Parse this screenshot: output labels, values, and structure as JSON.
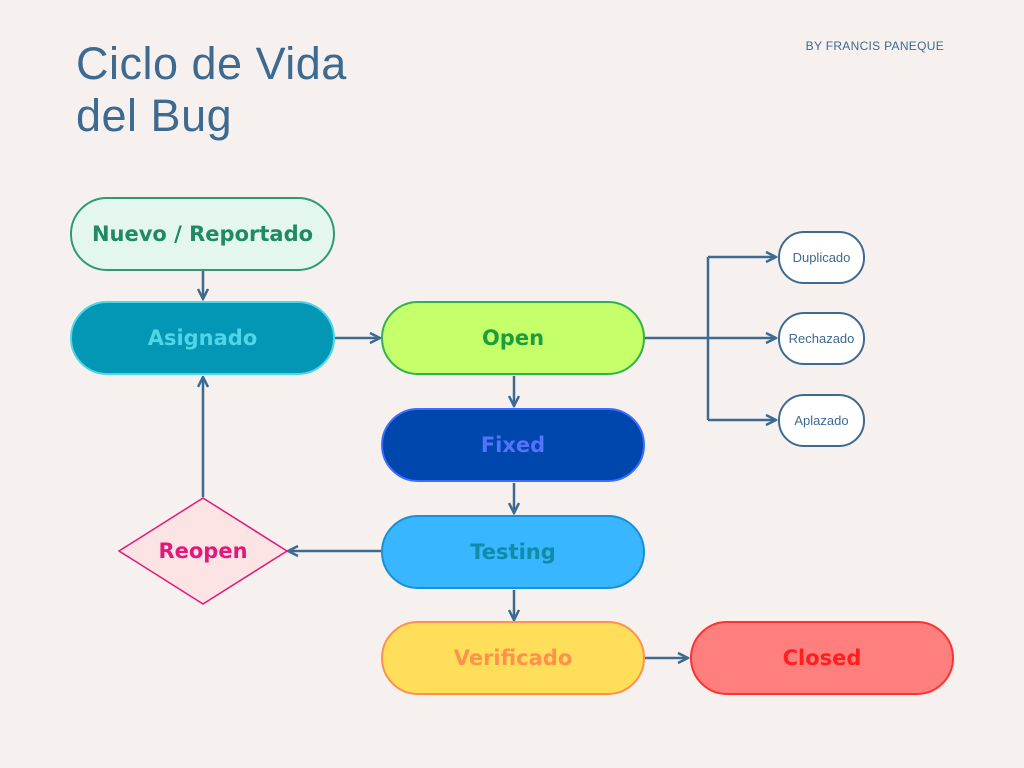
{
  "header": {
    "title_line1": "Ciclo de Vida",
    "title_line2": "del Bug",
    "byline": "BY FRANCIS PANEQUE"
  },
  "nodes": {
    "nuevo": "Nuevo / Reportado",
    "asignado": "Asignado",
    "open": "Open",
    "fixed": "Fixed",
    "testing": "Testing",
    "reopen": "Reopen",
    "verificado": "Verificado",
    "closed": "Closed",
    "duplicado": "Duplicado",
    "rechazado": "Rechazado",
    "aplazado": "Aplazado"
  },
  "colors": {
    "background": "#f6f1ee",
    "text_primary": "#3d6a90",
    "connector": "#3d6a90",
    "nuevo_fill": "#e3f7ef",
    "nuevo_text": "#1f8a64",
    "asignado_fill": "#0396b5",
    "asignado_text": "#4fd6e6",
    "open_fill": "#c5ff6a",
    "open_text": "#1e9d3c",
    "fixed_fill": "#0047ad",
    "fixed_text": "#5572ff",
    "testing_fill": "#38b6ff",
    "testing_text": "#0e8ca8",
    "reopen_fill": "#fde4e4",
    "reopen_text": "#e0197a",
    "verificado_fill": "#ffde59",
    "verificado_text": "#ff914d",
    "closed_fill": "#ff7f7f",
    "closed_text": "#ff1f1f"
  }
}
